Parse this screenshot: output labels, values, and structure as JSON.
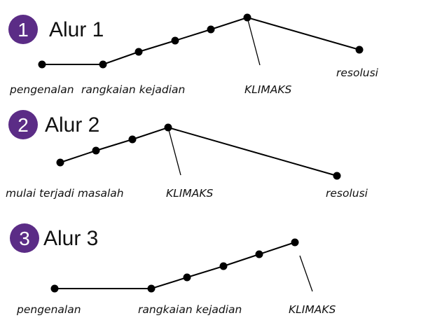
{
  "diagrams": [
    {
      "number": "1",
      "title": "Alur 1",
      "labels": [
        "pengenalan",
        "rangkaian kejadian",
        "KLIMAKS",
        "resolusi"
      ]
    },
    {
      "number": "2",
      "title": "Alur 2",
      "labels": [
        "mulai terjadi masalah",
        "KLIMAKS",
        "resolusi"
      ]
    },
    {
      "number": "3",
      "title": "Alur 3",
      "labels": [
        "pengenalan",
        "rangkaian kejadian",
        "KLIMAKS"
      ]
    }
  ],
  "colors": {
    "badge": "#5b2c86",
    "line": "#000000",
    "text": "#111111"
  }
}
